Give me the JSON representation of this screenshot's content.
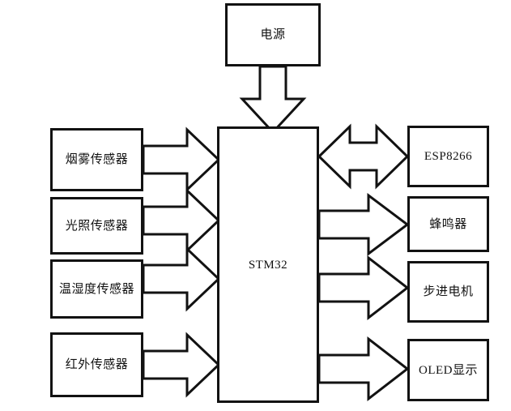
{
  "diagram": {
    "title": "STM32 sensor system block diagram",
    "background_color": "#ffffff",
    "line_color": "#121212",
    "controller": {
      "label": "STM32",
      "script": "latin"
    },
    "power": {
      "label": "电源",
      "script": "cjk"
    },
    "inputs": [
      {
        "label": "烟雾传感器",
        "script": "cjk"
      },
      {
        "label": "光照传感器",
        "script": "cjk"
      },
      {
        "label": "温湿度传感器",
        "script": "cjk"
      },
      {
        "label": "红外传感器",
        "script": "cjk"
      }
    ],
    "outputs": [
      {
        "label": "ESP8266",
        "script": "latin"
      },
      {
        "label": "蜂鸣器",
        "script": "cjk"
      },
      {
        "label": "步进电机",
        "script": "cjk"
      },
      {
        "label": "OLED显示",
        "script": "mixed"
      }
    ],
    "connectors": [
      {
        "name": "power-to-controller",
        "direction": "down",
        "from": "电源",
        "to": "STM32"
      },
      {
        "name": "smoke-to-controller",
        "direction": "right",
        "from": "烟雾传感器",
        "to": "STM32"
      },
      {
        "name": "light-to-controller",
        "direction": "right",
        "from": "光照传感器",
        "to": "STM32"
      },
      {
        "name": "temp-humidity-to-controller",
        "direction": "right",
        "from": "温湿度传感器",
        "to": "STM32"
      },
      {
        "name": "infrared-to-controller",
        "direction": "right",
        "from": "红外传感器",
        "to": "STM32"
      },
      {
        "name": "controller-to-esp8266",
        "direction": "bidirectional",
        "from": "STM32",
        "to": "ESP8266"
      },
      {
        "name": "controller-to-buzzer",
        "direction": "right",
        "from": "STM32",
        "to": "蜂鸣器"
      },
      {
        "name": "controller-to-stepper-motor",
        "direction": "right",
        "from": "STM32",
        "to": "步进电机"
      },
      {
        "name": "controller-to-oled",
        "direction": "right",
        "from": "STM32",
        "to": "OLED显示"
      }
    ]
  }
}
